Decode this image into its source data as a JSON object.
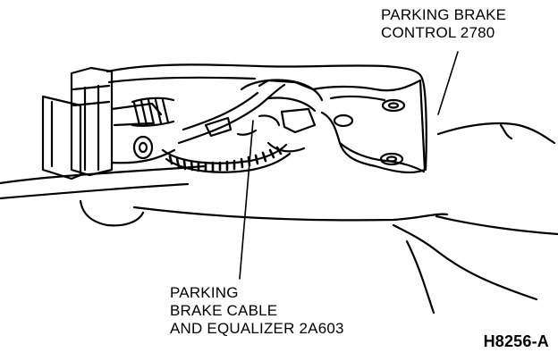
{
  "labels": {
    "control": {
      "line1": "PARKING BRAKE",
      "line2": "CONTROL 2780"
    },
    "cable": {
      "line1": "PARKING",
      "line2": "BRAKE CABLE",
      "line3": "AND EQUALIZER 2A603"
    },
    "figure_id": "H8256-A"
  },
  "colors": {
    "ink": "#000000",
    "paper": "#ffffff"
  }
}
